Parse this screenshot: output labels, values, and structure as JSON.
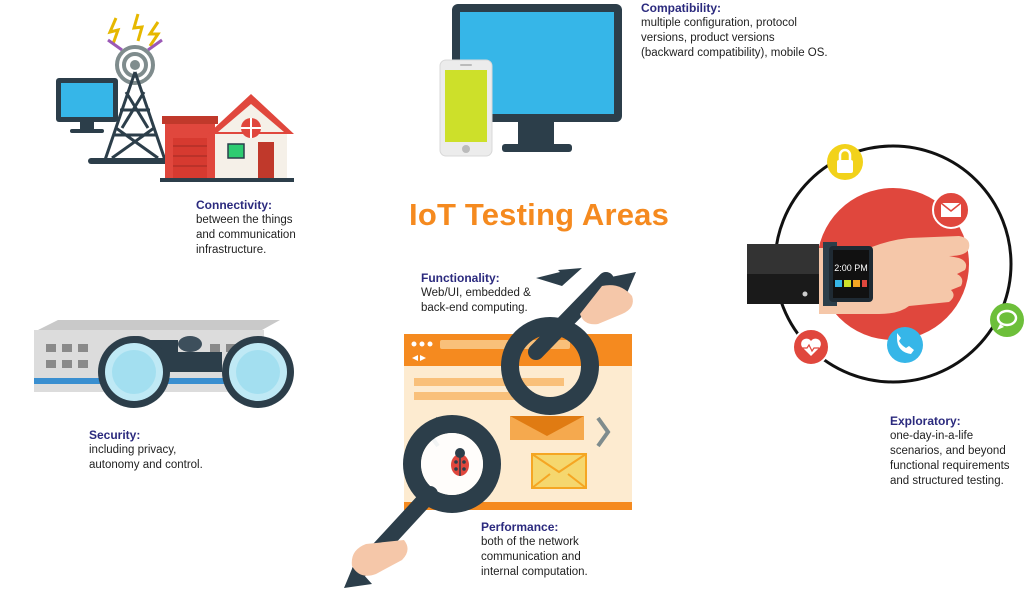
{
  "title": "IoT Testing Areas",
  "areas": {
    "compatibility": {
      "heading": "Compatibility:",
      "lines": [
        "multiple configuration, protocol",
        "versions, product versions",
        "(backward compatibility), mobile OS."
      ]
    },
    "connectivity": {
      "heading": "Connectivity:",
      "lines": [
        "between the things",
        "and communication",
        "infrastructure."
      ]
    },
    "functionality": {
      "heading": "Functionality:",
      "lines": [
        "Web/UI, embedded &",
        "back-end computing."
      ]
    },
    "security": {
      "heading": "Security:",
      "lines": [
        "including privacy,",
        "autonomy and control."
      ]
    },
    "exploratory": {
      "heading": "Exploratory:",
      "lines": [
        "one-day-in-a-life",
        "scenarios, and beyond",
        "functional requirements",
        "and structured testing."
      ]
    },
    "performance": {
      "heading": "Performance:",
      "lines": [
        "both of the network",
        "communication and",
        "internal computation."
      ]
    }
  },
  "watch_time": "2:00 PM",
  "colors": {
    "title_orange": "#f58a1f",
    "heading_navy": "#2b2a7e",
    "screen_blue": "#36b6e8",
    "phone_lime": "#cde02a",
    "dark_slate": "#2c3e4a",
    "hand_red": "#e0473d"
  },
  "icons": [
    "tower-icon",
    "monitor-icon",
    "house-icon",
    "phone-icon",
    "switch-icon",
    "binoculars-icon",
    "magnifier-icon",
    "bug-icon",
    "envelope-icon",
    "lock-icon",
    "heart-icon",
    "chat-icon",
    "smartwatch-icon"
  ]
}
